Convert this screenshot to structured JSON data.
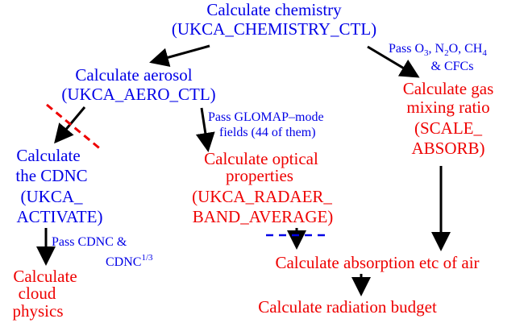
{
  "colors": {
    "module": "#0000e6",
    "result": "#ee0000",
    "arrow": "#000000",
    "cut_mark": "#ee0000",
    "dashed_link": "#0000e6"
  },
  "nodes": {
    "chemistry": {
      "line1": "Calculate chemistry",
      "line2": "(UKCA_CHEMISTRY_CTL)"
    },
    "aerosol": {
      "line1": "Calculate aerosol",
      "line2": "(UKCA_AERO_CTL)"
    },
    "gas_mixing": {
      "line1": "Calculate gas",
      "line2": "mixing ratio",
      "line3": "(SCALE_",
      "line4": "ABSORB)"
    },
    "cdnc": {
      "line1": "Calculate",
      "line2": "the CDNC",
      "line3": "(UKCA_",
      "line4": "ACTIVATE)"
    },
    "optical": {
      "line1": "Calculate optical",
      "line2": "properties",
      "line3": "(UKCA_RADAER_",
      "line4": "BAND_AVERAGE)"
    },
    "cloud": {
      "line1": "Calculate",
      "line2": "cloud",
      "line3": "physics"
    },
    "absorption": {
      "line1": "Calculate absorption etc of air"
    },
    "radiation": {
      "line1": "Calculate radiation budget"
    }
  },
  "labels": {
    "pass_gases": {
      "prefix": "Pass O",
      "o3_sub": "3",
      "n2o_a": ", N",
      "n2o_sub": "2",
      "n2o_b": "O, CH",
      "ch4_sub": "4",
      "line2": "& CFCs"
    },
    "pass_glomap": {
      "line1": "Pass GLOMAP–mode",
      "line2": "fields (44 of them)"
    },
    "pass_cdnc": {
      "line1": "Pass CDNC &",
      "line2": "CDNC",
      "line2_sup": "1/3"
    }
  }
}
